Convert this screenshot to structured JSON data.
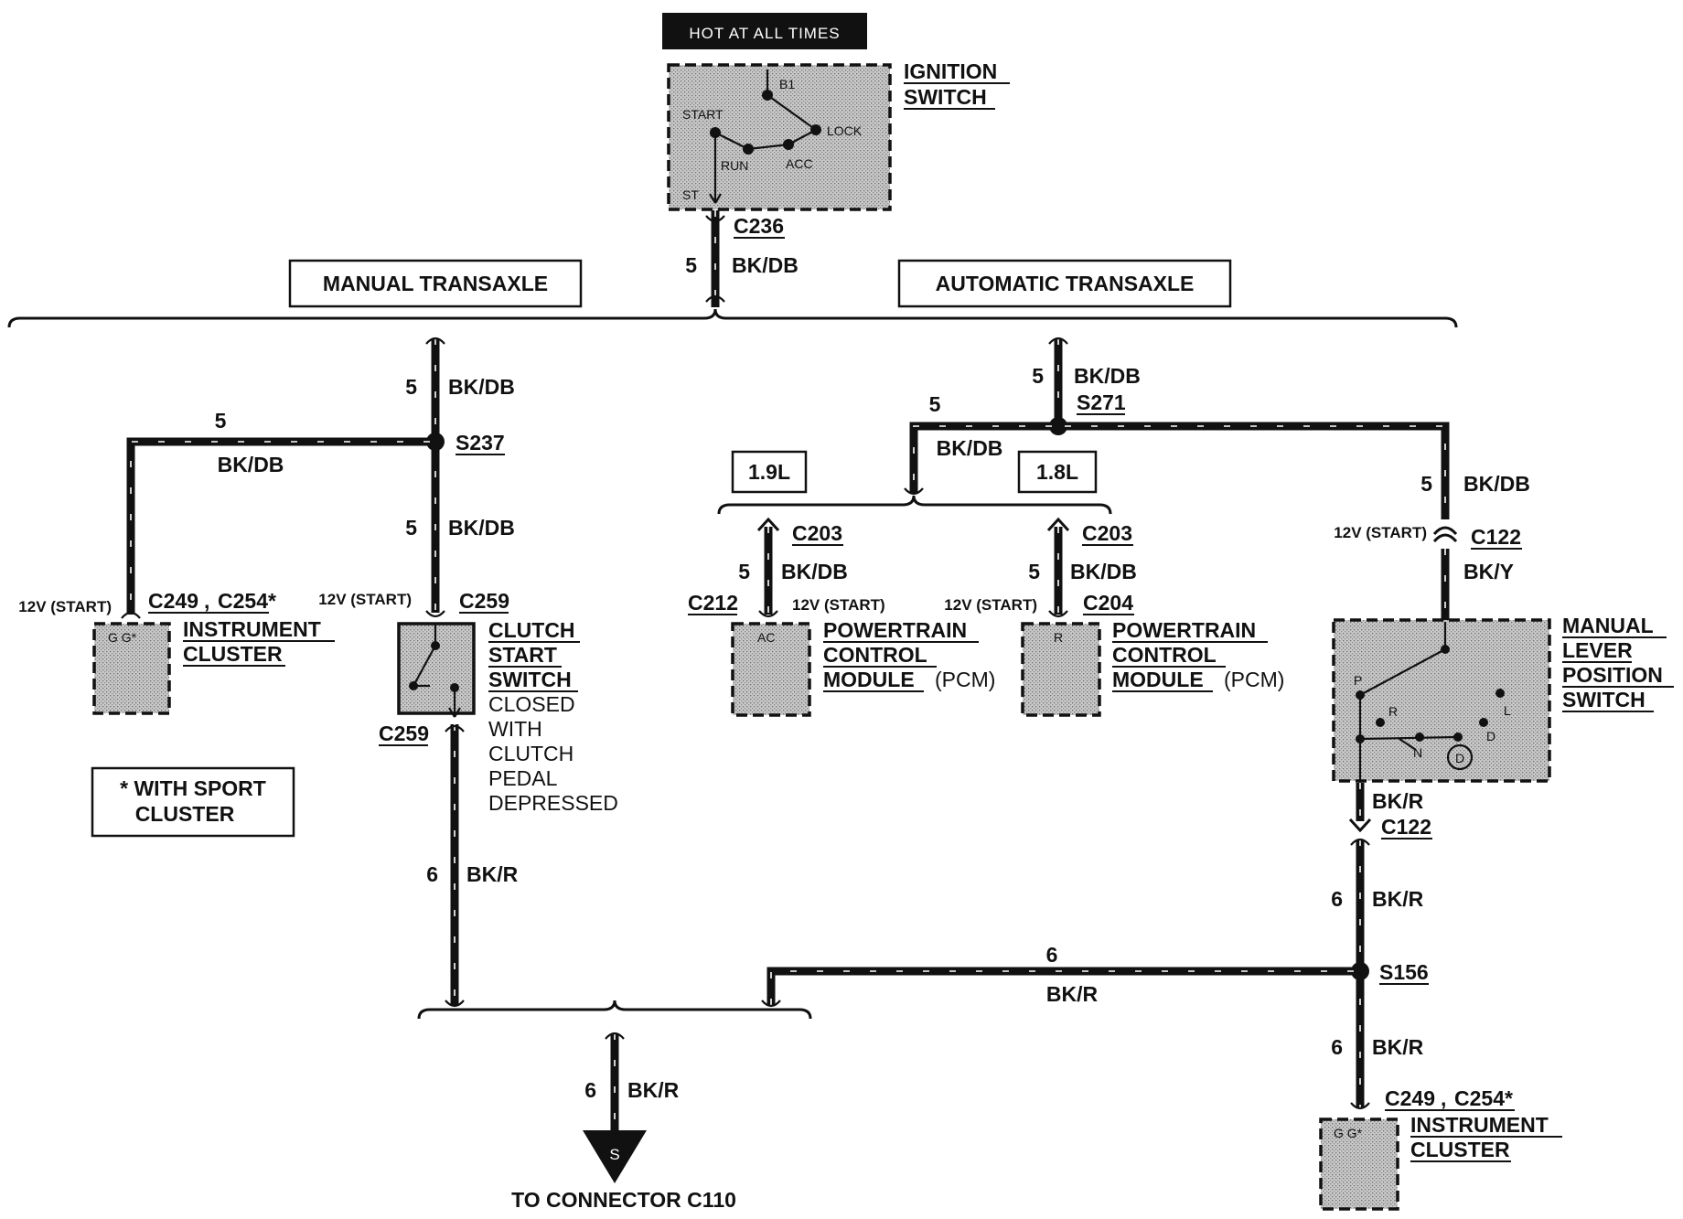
{
  "header": {
    "power_label": "HOT AT ALL TIMES"
  },
  "ignition_switch": {
    "name_line1": "IGNITION",
    "name_line2": "SWITCH",
    "pins": {
      "b1": "B1",
      "start": "START",
      "lock": "LOCK",
      "run": "RUN",
      "acc": "ACC",
      "st": "ST"
    }
  },
  "main_feed": {
    "connector": "C236",
    "circuit": "5",
    "color": "BK/DB"
  },
  "branches": {
    "manual": "MANUAL TRANSAXLE",
    "automatic": "AUTOMATIC TRANSAXLE"
  },
  "manual_side": {
    "feed_circuit": "5",
    "feed_color": "BK/DB",
    "splice": "S237",
    "left_circuit": "5",
    "left_color": "BK/DB",
    "down_circuit": "5",
    "down_color": "BK/DB",
    "cluster_voltage": "12V (START)",
    "cluster_connector_a": "C249",
    "cluster_connector_sep": ",",
    "cluster_connector_b": "C254*",
    "cluster_pins": "G  G*",
    "cluster_line1": "INSTRUMENT",
    "cluster_line2": "CLUSTER",
    "clutch_voltage": "12V (START)",
    "clutch_connector_top": "C259",
    "clutch_connector_bottom": "C259",
    "clutch_line1": "CLUTCH",
    "clutch_line2": "START",
    "clutch_line3": "SWITCH",
    "clutch_note1": "CLOSED",
    "clutch_note2": "WITH",
    "clutch_note3": "CLUTCH",
    "clutch_note4": "PEDAL",
    "clutch_note5": "DEPRESSED",
    "out_circuit": "6",
    "out_color": "BK/R",
    "sport_note_line1": "* WITH SPORT",
    "sport_note_line2": "CLUSTER"
  },
  "automatic_side": {
    "feed_circuit": "5",
    "feed_color": "BK/DB",
    "splice": "S271",
    "left_circuit": "5",
    "left_color": "BK/DB",
    "engine_a": "1.9L",
    "engine_b": "1.8L",
    "pcm_a": {
      "connector_top": "C203",
      "circuit": "5",
      "color": "BK/DB",
      "connector_side": "C212",
      "voltage": "12V (START)",
      "pin": "AC",
      "line1": "POWERTRAIN",
      "line2": "CONTROL",
      "line3": "MODULE",
      "suffix": "(PCM)"
    },
    "pcm_b": {
      "connector_top": "C203",
      "circuit": "5",
      "color": "BK/DB",
      "connector_side": "C204",
      "voltage": "12V (START)",
      "pin": "R",
      "line1": "POWERTRAIN",
      "line2": "CONTROL",
      "line3": "MODULE",
      "suffix": "(PCM)"
    },
    "right_circuit": "5",
    "right_color": "BK/DB",
    "mlps_voltage": "12V (START)",
    "mlps_connector_in": "C122",
    "mlps_in_color": "BK/Y",
    "mlps_line1": "MANUAL",
    "mlps_line2": "LEVER",
    "mlps_line3": "POSITION",
    "mlps_line4": "SWITCH",
    "mlps_pins": {
      "p": "P",
      "r": "R",
      "n": "N",
      "d_circle": "D",
      "d": "D",
      "l": "L"
    },
    "mlps_out_color": "BK/R",
    "mlps_connector_out": "C122",
    "out_circuit": "6",
    "out_color": "BK/R",
    "splice_b": "S156",
    "cross_circuit": "6",
    "cross_color": "BK/R",
    "cluster_circuit": "6",
    "cluster_color": "BK/R",
    "cluster_connector_a": "C249",
    "cluster_connector_sep": ",",
    "cluster_connector_b": "C254*",
    "cluster_pins": "G  G*",
    "cluster_line1": "INSTRUMENT",
    "cluster_line2": "CLUSTER"
  },
  "output": {
    "circuit": "6",
    "color": "BK/R",
    "symbol": "S",
    "label": "TO CONNECTOR C110"
  }
}
